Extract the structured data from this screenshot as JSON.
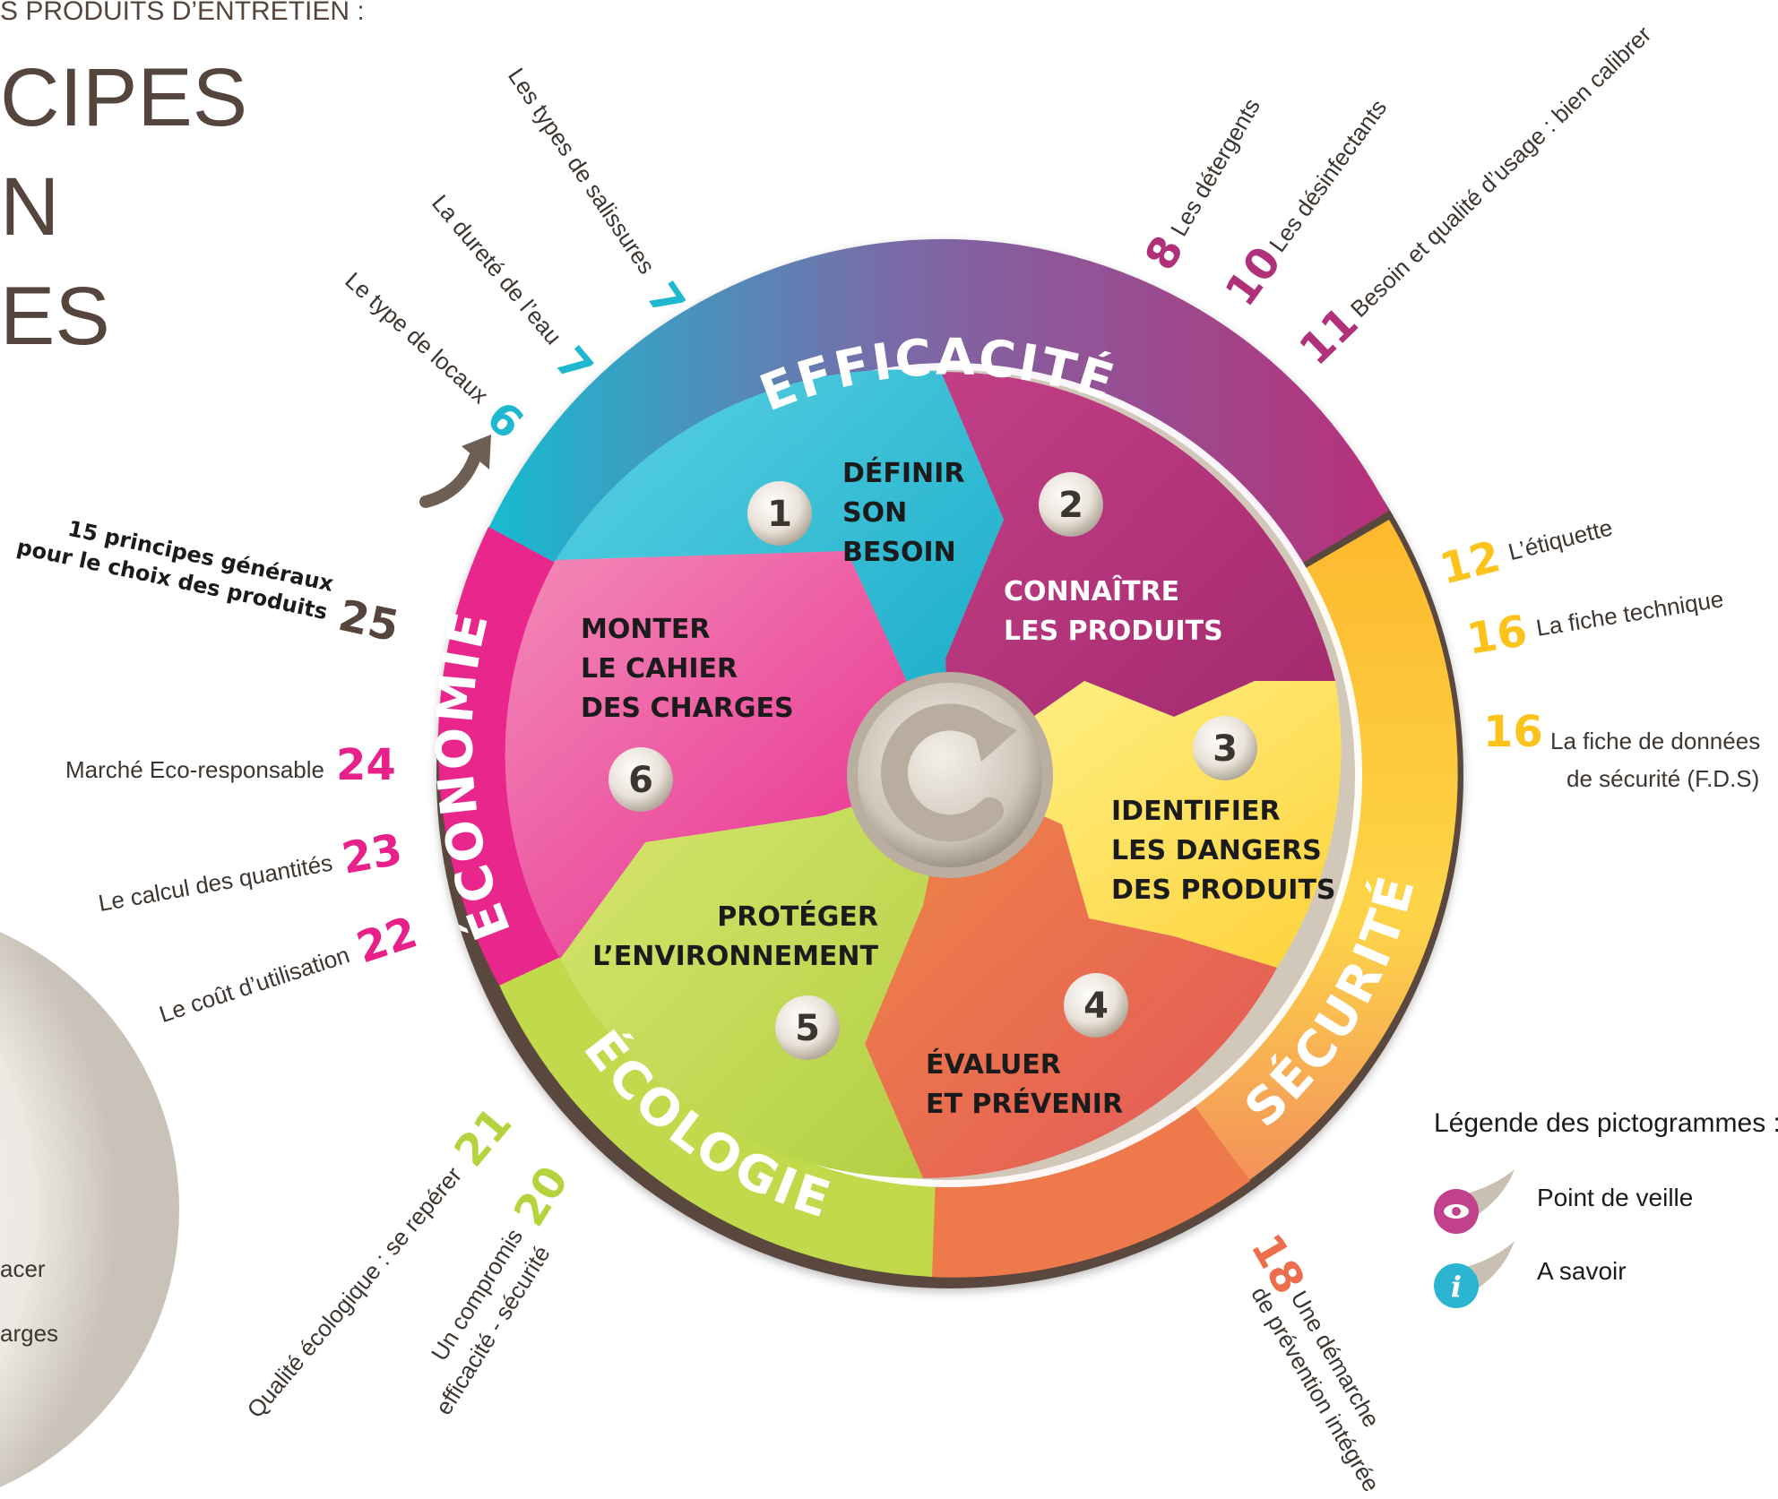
{
  "header": {
    "subtitle": "S PRODUITS D’ENTRETIEN :",
    "title_line1": "CIPES",
    "title_line2": "N",
    "title_line3": "ES"
  },
  "ring": {
    "efficacite": "EFFICACITÉ",
    "economie": "ÉCONOMIE",
    "ecologie": "ÉCOLOGIE",
    "securite": "SÉCURITÉ"
  },
  "steps": [
    {
      "num": "1",
      "lines": [
        "DÉFINIR",
        "SON",
        "BESOIN"
      ]
    },
    {
      "num": "2",
      "lines": [
        "CONNAÎTRE",
        "LES PRODUITS"
      ]
    },
    {
      "num": "3",
      "lines": [
        "IDENTIFIER",
        "LES DANGERS",
        "DES PRODUITS"
      ]
    },
    {
      "num": "4",
      "lines": [
        "ÉVALUER",
        "ET PRÉVENIR"
      ]
    },
    {
      "num": "5",
      "lines": [
        "PROTÉGER",
        "L’ENVIRONNEMENT"
      ]
    },
    {
      "num": "6",
      "lines": [
        "MONTER",
        "LE CAHIER",
        "DES CHARGES"
      ]
    }
  ],
  "refs": {
    "types_salissures": {
      "num": "7",
      "text": "Les types de salissures"
    },
    "durete_eau": {
      "num": "7",
      "text": "La dureté de l’eau"
    },
    "type_locaux": {
      "num": "6",
      "text": "Le type de locaux"
    },
    "detergents": {
      "num": "8",
      "text": "Les détergents"
    },
    "desinfectants": {
      "num": "10",
      "text": "Les désinfectants"
    },
    "besoin_qualite": {
      "num": "11",
      "text": "Besoin et qualité d’usage : bien calibrer"
    },
    "etiquette": {
      "num": "12",
      "text": "L’étiquette"
    },
    "fiche_technique": {
      "num": "16",
      "text": "La fiche technique"
    },
    "fds": {
      "num": "16",
      "text_line1": "La fiche de données",
      "text_line2": "de sécurité (F.D.S)"
    },
    "principes": {
      "num": "25",
      "text_line1": "15 principes généraux",
      "text_line2": "pour le choix des produits"
    },
    "marche": {
      "num": "24",
      "text": "Marché Eco-responsable"
    },
    "calcul": {
      "num": "23",
      "text": "Le calcul des quantités"
    },
    "cout": {
      "num": "22",
      "text": "Le coût d’utilisation"
    },
    "qualite_eco": {
      "num": "21",
      "text": "Qualité écologique : se repérer"
    },
    "compromis": {
      "num": "20",
      "text_line1": "Un compromis",
      "text_line2": "efficacité - sécurité"
    },
    "demarche": {
      "num": "18",
      "text_line1": "Une démarche",
      "text_line2": "de prévention intégrée"
    }
  },
  "legend": {
    "title": "Légende des pictogrammes :",
    "item1": "Point de veille",
    "item2": "A savoir"
  },
  "left_partial": {
    "line1": "acer",
    "line2": "arges"
  },
  "colors": {
    "efficacite": "#b0307a",
    "cyan": "#1fb8d0",
    "magenta": "#e8208a",
    "yellow": "#fbc31b",
    "orange": "#ec6e4d",
    "green": "#b5d33d",
    "brown": "#55453d"
  },
  "icons": {
    "center": "refresh-icon",
    "legend1": "eye-icon",
    "legend2": "info-icon",
    "arrow": "curved-arrow-icon"
  }
}
